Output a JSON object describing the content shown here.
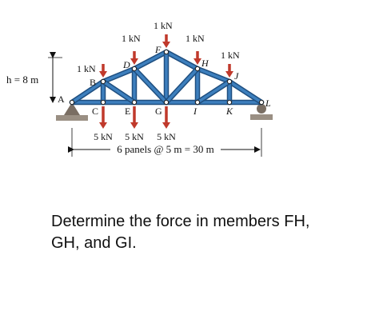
{
  "truss": {
    "nodes": [
      {
        "id": "A",
        "label": "A"
      },
      {
        "id": "B",
        "label": "B"
      },
      {
        "id": "C",
        "label": "C"
      },
      {
        "id": "D",
        "label": "D"
      },
      {
        "id": "E",
        "label": "E"
      },
      {
        "id": "F",
        "label": "F"
      },
      {
        "id": "G",
        "label": "G"
      },
      {
        "id": "H",
        "label": "H"
      },
      {
        "id": "I",
        "label": "I"
      },
      {
        "id": "J",
        "label": "J"
      },
      {
        "id": "K",
        "label": "K"
      },
      {
        "id": "L",
        "label": "L"
      }
    ],
    "loads": {
      "top": [
        {
          "node": "B",
          "label": "1 kN"
        },
        {
          "node": "D",
          "label": "1 kN"
        },
        {
          "node": "F",
          "label": "1 kN"
        },
        {
          "node": "H",
          "label": "1 kN"
        },
        {
          "node": "J",
          "label": "1 kN"
        }
      ],
      "bottom": [
        {
          "node": "C",
          "label": "5 kN"
        },
        {
          "node": "E",
          "label": "5 kN"
        },
        {
          "node": "G",
          "label": "5 kN"
        }
      ]
    },
    "height_label": "h = 8 m",
    "span_label": "6 panels @ 5 m = 30 m"
  },
  "question": "Determine the force in members FH, GH, and GI.",
  "colors": {
    "member": "#3d7fbd",
    "member_dark": "#1f4f80",
    "load": "#c0392b",
    "ground": "#9a8f83"
  }
}
